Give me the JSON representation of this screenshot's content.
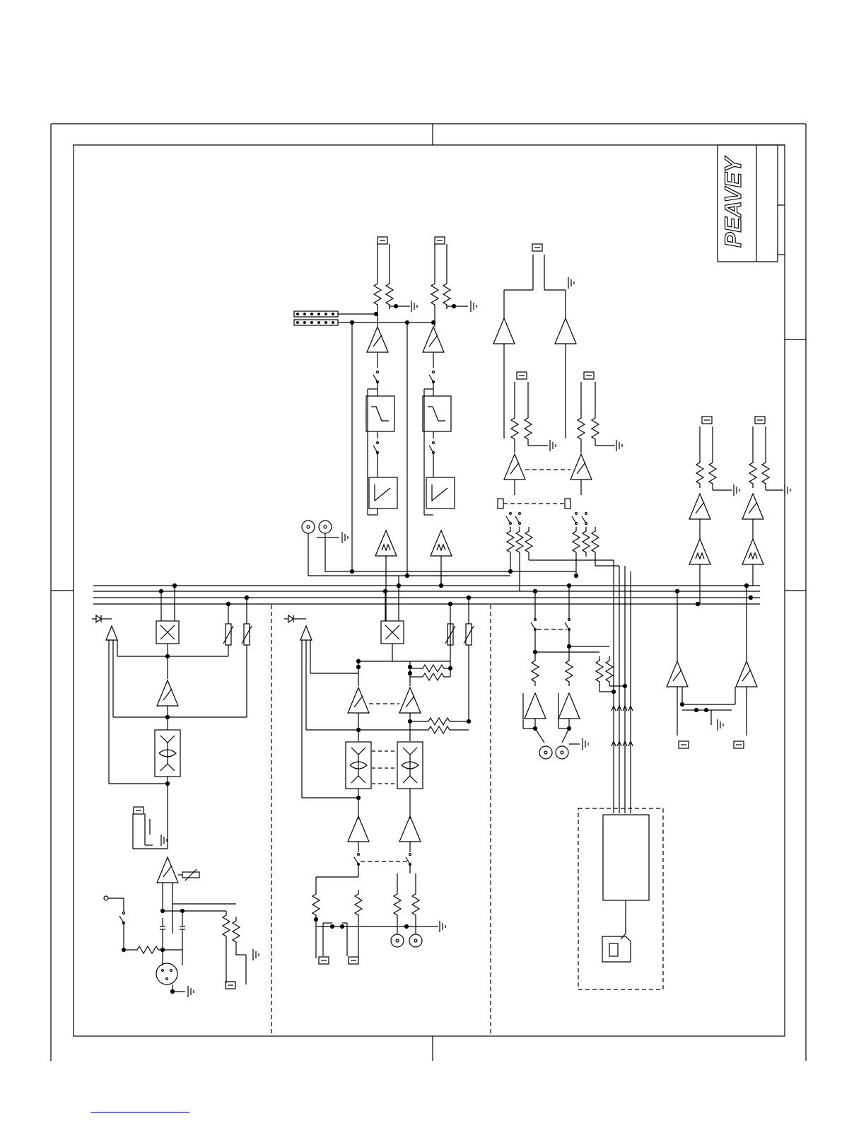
{
  "document": {
    "brand_logo_text": "PEAVEY",
    "colors": {
      "ink": "#000000",
      "paper": "#ffffff",
      "link": "#0000ee"
    }
  },
  "sections": [
    {
      "label": "",
      "kind": "mic-channel"
    },
    {
      "label": "",
      "kind": "stereo-channel"
    },
    {
      "label": "",
      "kind": "master-section"
    }
  ]
}
